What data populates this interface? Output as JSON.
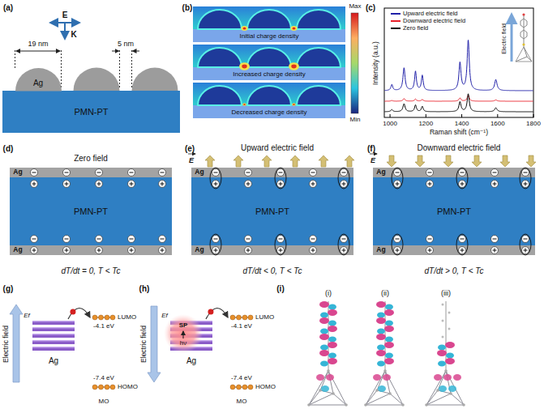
{
  "diagram": {
    "nodes": [
      {
        "text": [
          "PMN-PT"
        ]
      },
      {
        "text": [
          "Ag"
        ]
      },
      {
        "text": [
          "Ag"
        ]
      },
      {
        "text": [
          "PMN-PT"
        ]
      },
      {
        "text": [
          "Ag"
        ]
      },
      {
        "text": [
          "Ag"
        ]
      },
      {
        "text": [
          "PMN-PT"
        ]
      },
      {
        "text": [
          "Ag"
        ]
      },
      {
        "text": [
          "Ag"
        ]
      },
      {
        "text": [
          "PMN-PT"
        ]
      },
      {
        "text": [
          "Ag"
        ]
      },
      {
        "text": [
          "Ag"
        ]
      },
      {
        "text": [
          "-4.1 eV",
          "LUMO"
        ]
      },
      {
        "text": [
          "-7.4 eV",
          "HOMO"
        ]
      },
      {
        "text": [
          "Ag"
        ]
      },
      {
        "text": [
          "-4.1 eV",
          "LUMO"
        ]
      },
      {
        "text": [
          "-7.4 eV",
          "HOMO"
        ]
      }
    ],
    "edges": [
      {
        "from": 11,
        "to": 12,
        "arrow": "to"
      },
      {
        "from": 14,
        "to": 15,
        "arrow": "to"
      }
    ],
    "labels": [
      "(a)",
      "E",
      "K",
      "19 nm",
      "5 nm",
      "(b)",
      "Max",
      "Min",
      "Initial charge density",
      "Increased charge density",
      "Decreased charge density",
      "(c)",
      "Intensity (a.u.)",
      "1000",
      "1200",
      "1400",
      "1600",
      "1800",
      "Raman shift (cm⁻¹)",
      "Electric field",
      "(d)",
      "Zero field",
      "dT/dt = 0, T < Tc",
      "(e)",
      "E",
      "Upward electric field",
      "dT/dt < 0, T < Tc",
      "(f)",
      "E",
      "Downward electric field",
      "dT/dt > 0, T < Tc",
      "(g)",
      "Electric field",
      "Ef",
      "MO",
      "(h)",
      "Electric field",
      "Ef",
      "SP",
      "hν",
      "MO",
      "(i)",
      "(i)",
      "(ii)",
      "(iii)"
    ],
    "legend": [
      {
        "text": "Upward electric field",
        "color": "#1f1fa8"
      },
      {
        "text": "Downward electric field",
        "color": "#e8202a"
      },
      {
        "text": "Zero field",
        "color": "#000000"
      }
    ]
  }
}
